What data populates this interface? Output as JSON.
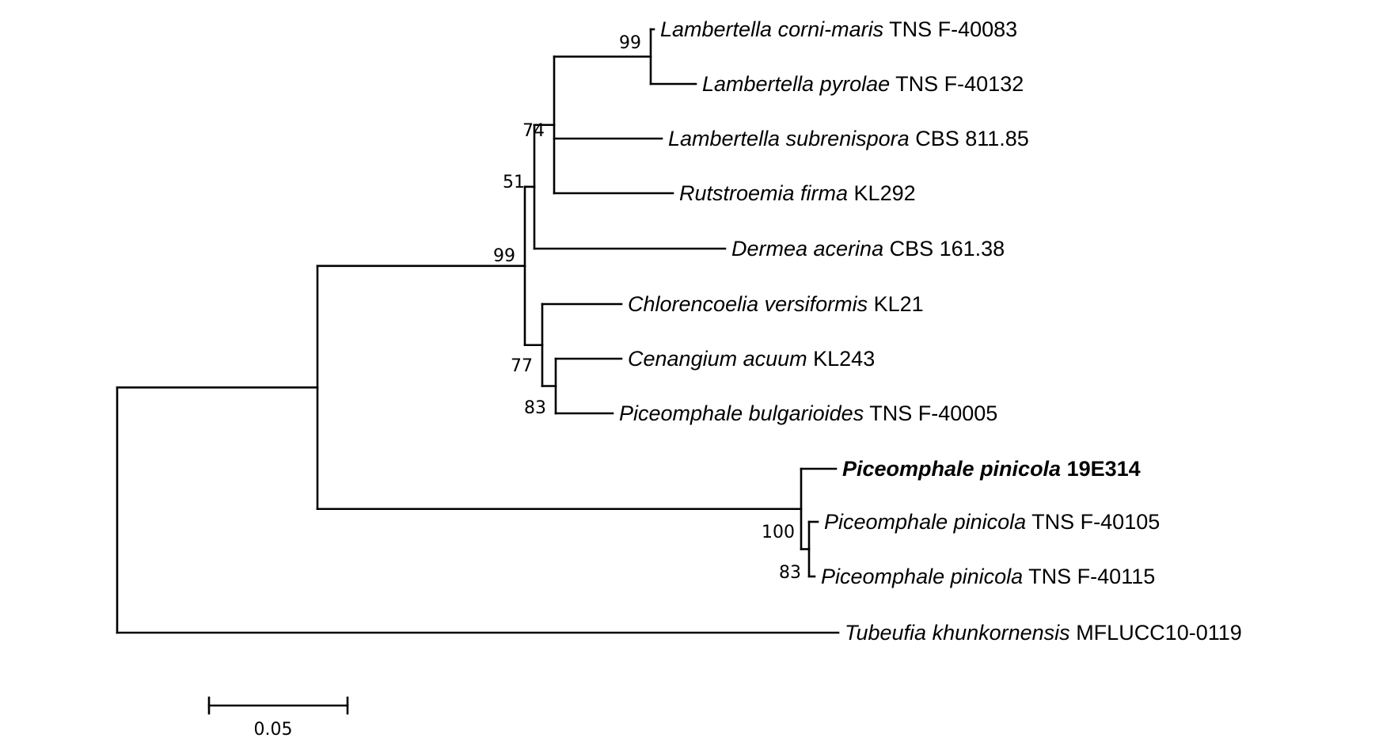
{
  "tree": {
    "taxa": [
      {
        "id": "t1",
        "species": "Lambertella corni-maris",
        "strain": "TNS F-40083",
        "highlight": false
      },
      {
        "id": "t2",
        "species": "Lambertella pyrolae",
        "strain": "TNS F-40132",
        "highlight": false
      },
      {
        "id": "t3",
        "species": "Lambertella subrenispora",
        "strain": "CBS 811.85",
        "highlight": false
      },
      {
        "id": "t4",
        "species": "Rutstroemia firma",
        "strain": "KL292",
        "highlight": false
      },
      {
        "id": "t5",
        "species": "Dermea acerina",
        "strain": "CBS 161.38",
        "highlight": false
      },
      {
        "id": "t6",
        "species": "Chlorencoelia versiformis",
        "strain": "KL21",
        "highlight": false
      },
      {
        "id": "t7",
        "species": "Cenangium acuum",
        "strain": "KL243",
        "highlight": false
      },
      {
        "id": "t8",
        "species": "Piceomphale bulgarioides",
        "strain": "TNS F-40005",
        "highlight": false
      },
      {
        "id": "t9",
        "species": "Piceomphale pinicola",
        "strain": "19E314",
        "highlight": true
      },
      {
        "id": "t10",
        "species": "Piceomphale pinicola",
        "strain": "TNS F-40105",
        "highlight": false
      },
      {
        "id": "t11",
        "species": "Piceomphale pinicola",
        "strain": "TNS F-40115",
        "highlight": false
      },
      {
        "id": "t12",
        "species": "Tubeufia khunkornensis",
        "strain": "MFLUCC10-0119",
        "highlight": false
      }
    ],
    "supports": {
      "n_lamb": "99",
      "n_a": "74",
      "n_b": "51",
      "n_c": "99",
      "n_d": "77",
      "n_e": "83",
      "n_pin": "100",
      "n_pin2": "83"
    },
    "scale_bar": {
      "label": "0.05"
    }
  }
}
